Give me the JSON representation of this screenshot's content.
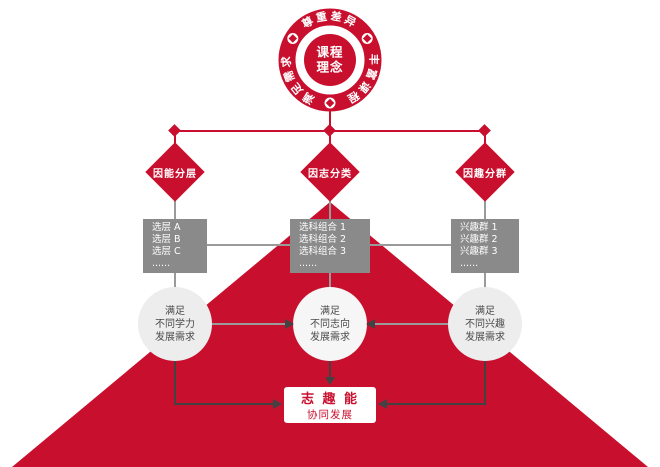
{
  "colors": {
    "red": "#C8102E",
    "box_gray": "#8A8A8A",
    "circle_gray": "#EDEDED",
    "line_gray": "#9A9A9A",
    "arrow_dark": "#424242"
  },
  "badge": {
    "center_line1": "课程",
    "center_line2": "理念",
    "ring_top": "尊重差异",
    "ring_right": "丰富课程",
    "ring_left": "满足需求"
  },
  "columns": [
    {
      "diamond": "因能分层",
      "box_lines": [
        "选层 A",
        "选层 B",
        "选层 C",
        "......"
      ],
      "circle_lines": [
        "满足",
        "不同学力",
        "发展需求"
      ]
    },
    {
      "diamond": "因志分类",
      "box_lines": [
        "选科组合 1",
        "选科组合 2",
        "选科组合 3",
        "......"
      ],
      "circle_lines": [
        "满足",
        "不同志向",
        "发展需求"
      ]
    },
    {
      "diamond": "因趣分群",
      "box_lines": [
        "兴趣群 1",
        "兴趣群 2",
        "兴趣群 3",
        "......"
      ],
      "circle_lines": [
        "满足",
        "不同兴趣",
        "发展需求"
      ]
    }
  ],
  "result_box": {
    "line1": "志 趣 能",
    "line2": "协同发展"
  }
}
